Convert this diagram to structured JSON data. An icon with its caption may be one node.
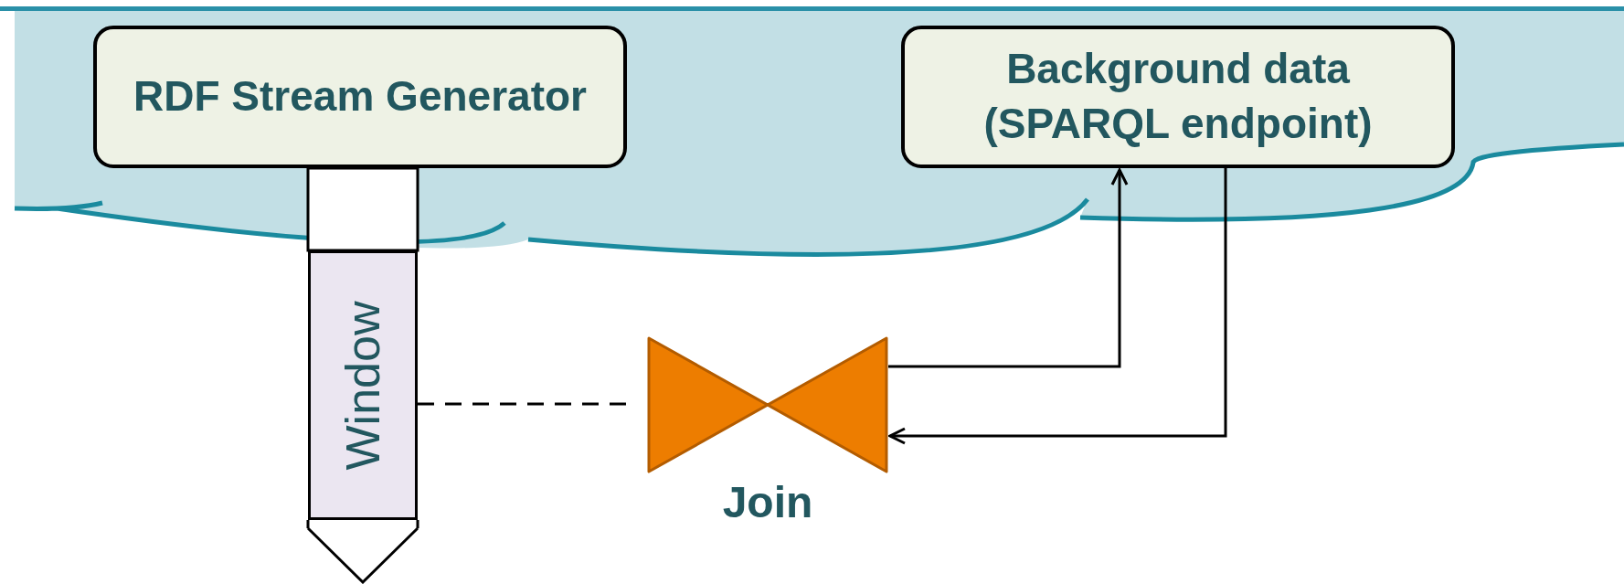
{
  "diagram": {
    "nodes": [
      {
        "text": [
          "RDF Stream Generator"
        ]
      },
      {
        "text": [
          "Background data (SPARQL endpoint)"
        ]
      },
      {
        "text": [
          "Window"
        ]
      },
      {
        "text": [
          "Join"
        ]
      }
    ],
    "edges": [
      {
        "from": 2,
        "to": 3,
        "arrow": "none",
        "style": "dashed"
      },
      {
        "from": 3,
        "to": 1,
        "arrow": "to"
      },
      {
        "from": 1,
        "to": 3,
        "arrow": "to"
      }
    ]
  }
}
